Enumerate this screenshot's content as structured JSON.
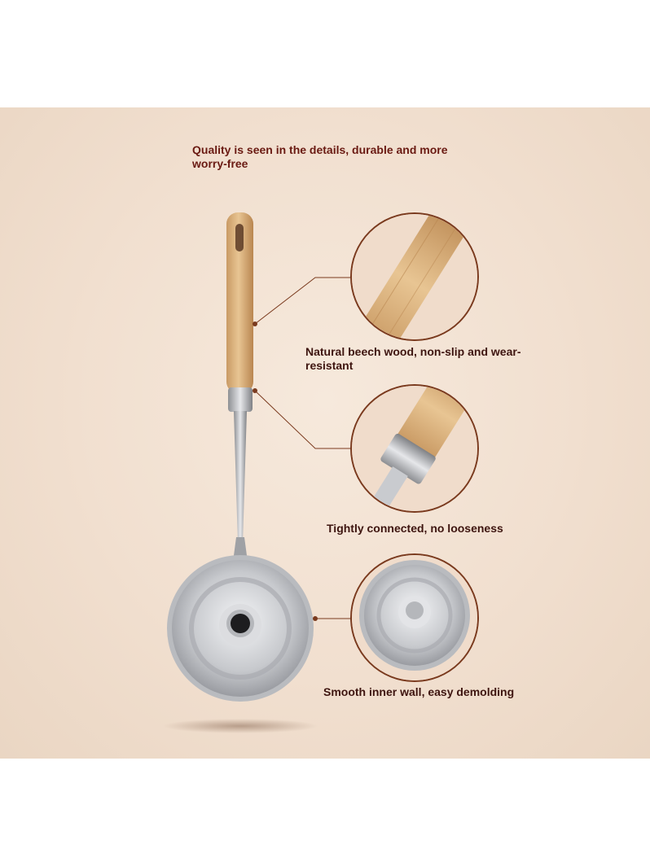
{
  "headline": "Quality is seen in the details, durable and more worry-free",
  "features": [
    {
      "caption": "Natural beech wood, non-slip and wear-resistant",
      "icon": "wood-handle-closeup"
    },
    {
      "caption": "Tightly connected, no looseness",
      "icon": "metal-joint-closeup"
    },
    {
      "caption": "Smooth inner wall, easy demolding",
      "icon": "mold-cup-closeup"
    }
  ],
  "colors": {
    "background": "#f1dfcf",
    "headline": "#6a1a12",
    "caption": "#3e1510",
    "accent_line": "#7a3a1e"
  }
}
